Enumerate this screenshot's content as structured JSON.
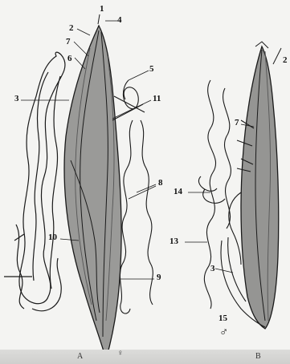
{
  "labels": {
    "n1": "1",
    "n2": "2",
    "n4": "4",
    "n7": "7",
    "n6": "6",
    "n5": "5",
    "n3": "3",
    "n11": "11",
    "n8": "8",
    "n10": "10",
    "n9": "9",
    "b2": "2",
    "b7": "7",
    "b3": "3",
    "b14": "14",
    "b13": "13",
    "b15": "15"
  },
  "captions": {
    "a": "A",
    "b": "B",
    "female_symbol": "♀",
    "male_symbol": "♂"
  },
  "colors": {
    "ink": "#1a1a1a",
    "paper": "#f4f4f2",
    "shade": "#6a6a6a"
  }
}
